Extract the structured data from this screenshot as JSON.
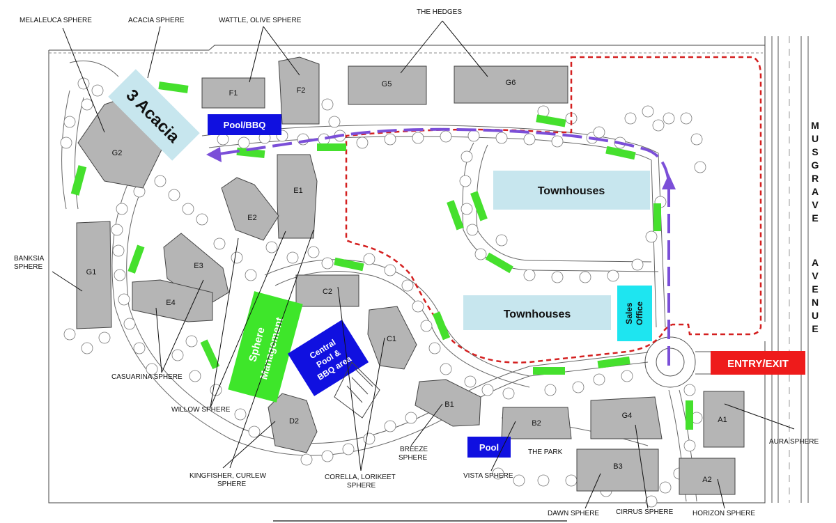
{
  "street": {
    "word1_letters": [
      "M",
      "U",
      "S",
      "G",
      "R",
      "A",
      "V",
      "E"
    ],
    "word2_letters": [
      "A",
      "V",
      "E",
      "N",
      "U",
      "E"
    ]
  },
  "buildings": {
    "f1": "F1",
    "f2": "F2",
    "g5": "G5",
    "g6": "G6",
    "g2": "G2",
    "g1": "G1",
    "e1": "E1",
    "e2": "E2",
    "e3": "E3",
    "e4": "E4",
    "c1": "C1",
    "c2": "C2",
    "d2": "D2",
    "b1": "B1",
    "b2": "B2",
    "b3": "B3",
    "g4": "G4",
    "a1": "A1",
    "a2": "A2"
  },
  "callouts": {
    "melaleuca": "MELALEUCA SPHERE",
    "acacia": "ACACIA SPHERE",
    "wattle_olive": "WATTLE, OLIVE SPHERE",
    "hedges": "THE HEDGES",
    "banksia_1": "BANKSIA",
    "banksia_2": "SPHERE",
    "casuarina": "CASUARINA SPHERE",
    "willow": "WILLOW SPHERE",
    "kingfisher_1": "KINGFISHER, CURLEW",
    "kingfisher_2": "SPHERE",
    "corella_1": "CORELLA, LORIKEET",
    "corella_2": "SPHERE",
    "breeze_1": "BREEZE",
    "breeze_2": "SPHERE",
    "vista": "VISTA SPHERE",
    "the_park": "THE PARK",
    "dawn": "DAWN SPHERE",
    "cirrus": "CIRRUS SPHERE",
    "horizon": "HORIZON SPHERE",
    "aura": "AURA SPHERE"
  },
  "labels": {
    "acacia3": "3 Acacia",
    "pool_bbq": "Pool/BBQ",
    "townhouses_upper": "Townhouses",
    "townhouses_lower": "Townhouses",
    "sales_1": "Sales",
    "sales_2": "Office",
    "sphere_mgmt_1": "Sphere",
    "sphere_mgmt_2": "Management",
    "central_1": "Central",
    "central_2": "Pool &",
    "central_3": "BBQ area",
    "pool": "Pool",
    "entry_exit": "ENTRY/EXIT"
  },
  "colors": {
    "building": "#b5b5b5",
    "route": "#7b4fd8",
    "boundary": "#d42020",
    "parking": "#45e02d",
    "badge_blue": "#1010e0",
    "management": "#3ee62a",
    "zone": "#c7e6ee",
    "sales": "#1ee5f0",
    "entry": "#ee1b1b"
  }
}
